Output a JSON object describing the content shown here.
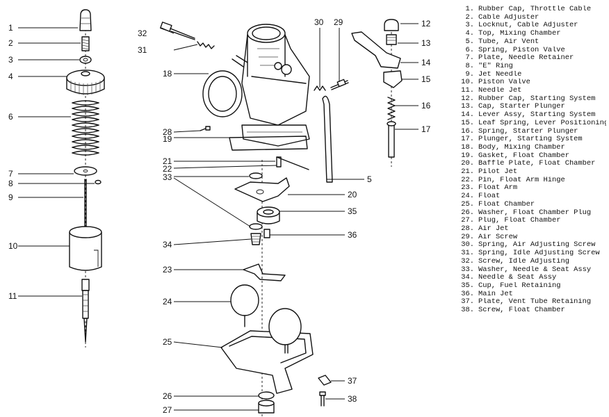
{
  "legend": [
    {
      "num": "1.",
      "text": "Rubber Cap, Throttle Cable"
    },
    {
      "num": "2.",
      "text": "Cable Adjuster"
    },
    {
      "num": "3.",
      "text": "Locknut, Cable Adjuster"
    },
    {
      "num": "4.",
      "text": "Top, Mixing Chamber"
    },
    {
      "num": "5.",
      "text": "Tube, Air Vent"
    },
    {
      "num": "6.",
      "text": "Spring, Piston Valve"
    },
    {
      "num": "7.",
      "text": "Plate, Needle Retainer"
    },
    {
      "num": "8.",
      "text": "\"E\" Ring"
    },
    {
      "num": "9.",
      "text": "Jet Needle"
    },
    {
      "num": "10.",
      "text": "Piston Valve"
    },
    {
      "num": "11.",
      "text": "Needle Jet"
    },
    {
      "num": "12.",
      "text": "Rubber Cap, Starting System"
    },
    {
      "num": "13.",
      "text": "Cap, Starter Plunger"
    },
    {
      "num": "14.",
      "text": "Lever Assy, Starting System"
    },
    {
      "num": "15.",
      "text": "Leaf Spring, Lever Positioning"
    },
    {
      "num": "16.",
      "text": "Spring, Starter Plunger"
    },
    {
      "num": "17.",
      "text": "Plunger, Starting System"
    },
    {
      "num": "18.",
      "text": "Body, Mixing Chamber"
    },
    {
      "num": "19.",
      "text": "Gasket, Float Chamber"
    },
    {
      "num": "20.",
      "text": "Baffle Plate, Float Chamber"
    },
    {
      "num": "21.",
      "text": "Pilot Jet"
    },
    {
      "num": "22.",
      "text": "Pin, Float Arm Hinge"
    },
    {
      "num": "23.",
      "text": "Float Arm"
    },
    {
      "num": "24.",
      "text": "Float"
    },
    {
      "num": "25.",
      "text": "Float Chamber"
    },
    {
      "num": "26.",
      "text": "Washer, Float Chamber Plug"
    },
    {
      "num": "27.",
      "text": "Plug, Float Chamber"
    },
    {
      "num": "28.",
      "text": "Air Jet"
    },
    {
      "num": "29.",
      "text": "Air Screw"
    },
    {
      "num": "30.",
      "text": "Spring, Air Adjusting Screw"
    },
    {
      "num": "31.",
      "text": "Spring, Idle Adjusting Screw"
    },
    {
      "num": "32.",
      "text": "Screw, Idle Adjusting"
    },
    {
      "num": "33.",
      "text": "Washer, Needle & Seat Assy"
    },
    {
      "num": "34.",
      "text": "Needle & Seat Assy"
    },
    {
      "num": "35.",
      "text": "Cup, Fuel Retaining"
    },
    {
      "num": "36.",
      "text": "Main Jet"
    },
    {
      "num": "37.",
      "text": "Plate, Vent Tube Retaining"
    },
    {
      "num": "38.",
      "text": "Screw, Float Chamber"
    }
  ],
  "callouts": {
    "c1": "1",
    "c2": "2",
    "c3": "3",
    "c4": "4",
    "c5": "5",
    "c6": "6",
    "c7": "7",
    "c8": "8",
    "c9": "9",
    "c10": "10",
    "c11": "11",
    "c12": "12",
    "c13": "13",
    "c14": "14",
    "c15": "15",
    "c16": "16",
    "c17": "17",
    "c18": "18",
    "c19": "19",
    "c20": "20",
    "c21": "21",
    "c22": "22",
    "c23": "23",
    "c24": "24",
    "c25": "25",
    "c26": "26",
    "c27": "27",
    "c28": "28",
    "c29": "29",
    "c30": "30",
    "c31": "31",
    "c32": "32",
    "c33": "33",
    "c34": "34",
    "c35": "35",
    "c36": "36",
    "c37": "37",
    "c38": "38"
  }
}
